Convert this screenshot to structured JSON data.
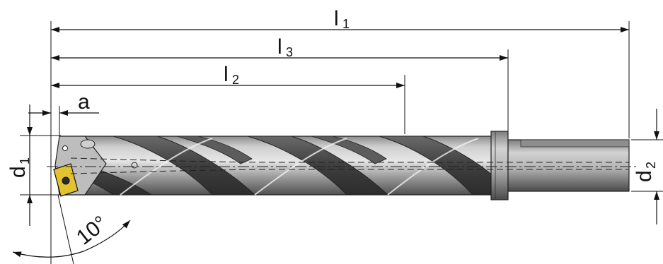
{
  "dimensions": {
    "l1": {
      "main": "l",
      "sub": "1"
    },
    "l3": {
      "main": "l",
      "sub": "3"
    },
    "l2": {
      "main": "l",
      "sub": "2"
    },
    "a": {
      "main": "a"
    },
    "d1": {
      "main": "d",
      "sub": "1"
    },
    "d2": {
      "main": "d",
      "sub": "2"
    },
    "angle": {
      "main": "10°"
    }
  },
  "colors": {
    "body_dark": "#4a4a4a",
    "body_mid": "#9a9a9a",
    "body_light": "#d6d6d6",
    "insert": "#e3c230",
    "line": "#111111"
  },
  "icons": [
    "drill-tool",
    "indexable-insert"
  ]
}
